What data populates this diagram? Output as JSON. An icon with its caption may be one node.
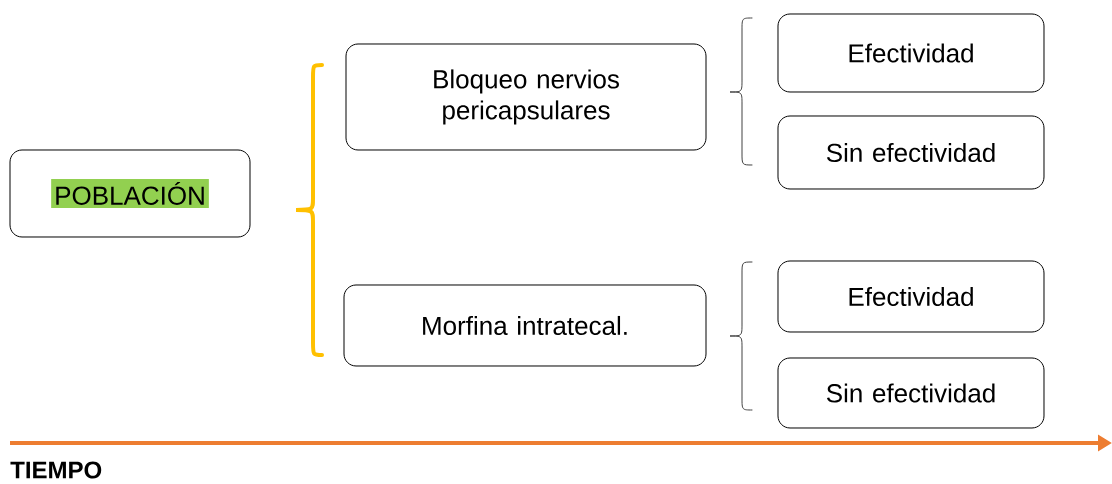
{
  "diagram": {
    "nodes": [
      {
        "text": [
          "POBLACIÓN"
        ]
      },
      {
        "text": [
          "Bloqueo nervios pericapsulares"
        ]
      },
      {
        "text": [
          "Morfina intratecal."
        ]
      },
      {
        "text": [
          "Efectividad"
        ]
      },
      {
        "text": [
          "Sin efectividad"
        ]
      },
      {
        "text": [
          "Efectividad"
        ]
      },
      {
        "text": [
          "Sin efectividad"
        ]
      }
    ],
    "labels": [
      "TIEMPO"
    ]
  }
}
